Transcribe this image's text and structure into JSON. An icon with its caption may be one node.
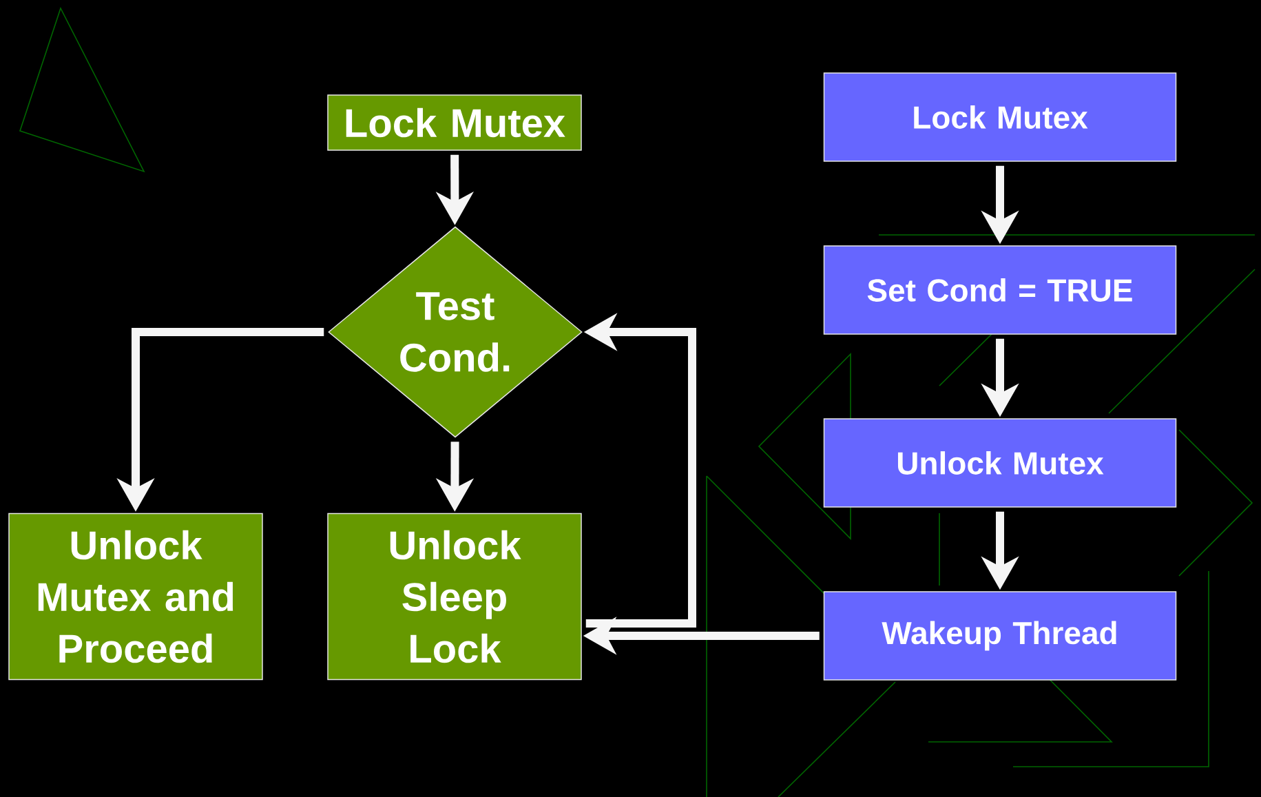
{
  "diagram": {
    "nodes": [
      {
        "text": [
          "Lock Mutex"
        ]
      },
      {
        "text": [
          "Test Cond."
        ]
      },
      {
        "text": [
          "Unlock Mutex and Proceed"
        ]
      },
      {
        "text": [
          "Unlock Sleep Lock"
        ]
      },
      {
        "text": [
          "Lock Mutex"
        ]
      },
      {
        "text": [
          "Set Cond = TRUE"
        ]
      },
      {
        "text": [
          "Unlock Mutex"
        ]
      },
      {
        "text": [
          "Wakeup Thread"
        ]
      }
    ],
    "edges": [
      {
        "from": 0,
        "to": 1,
        "arrow": "to"
      },
      {
        "from": 1,
        "to": 2,
        "arrow": "to"
      },
      {
        "from": 1,
        "to": 3,
        "arrow": "to"
      },
      {
        "from": 3,
        "to": 1,
        "arrow": "to"
      },
      {
        "from": 4,
        "to": 5,
        "arrow": "to"
      },
      {
        "from": 5,
        "to": 6,
        "arrow": "to"
      },
      {
        "from": 6,
        "to": 7,
        "arrow": "to"
      },
      {
        "from": 7,
        "to": 3,
        "arrow": "to"
      }
    ]
  }
}
